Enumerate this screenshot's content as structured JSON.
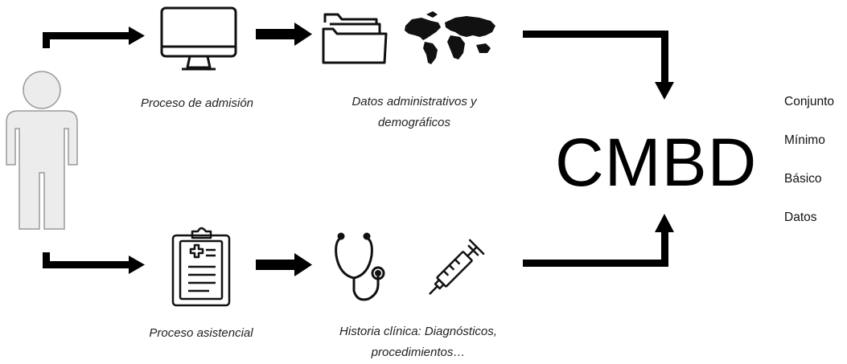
{
  "captions": {
    "admission": "Proceso de admisión",
    "admin_data_line1": "Datos administrativos y",
    "admin_data_line2": "demográficos",
    "care": "Proceso asistencial",
    "clinical_line1": "Historia clínica: Diagnósticos,",
    "clinical_line2": "procedimientos…"
  },
  "result": {
    "acronym": "CMBD",
    "words": [
      "Conjunto",
      "Mínimo",
      "Básico",
      "Datos"
    ]
  },
  "icons": [
    "person-icon",
    "computer-monitor-icon",
    "folder-icon",
    "world-map-icon",
    "clipboard-icon",
    "stethoscope-icon",
    "syringe-icon"
  ],
  "colors": {
    "arrow": "#000000",
    "person_fill": "#ececec",
    "person_stroke": "#9a9a9a",
    "icon_stroke": "#111111"
  }
}
